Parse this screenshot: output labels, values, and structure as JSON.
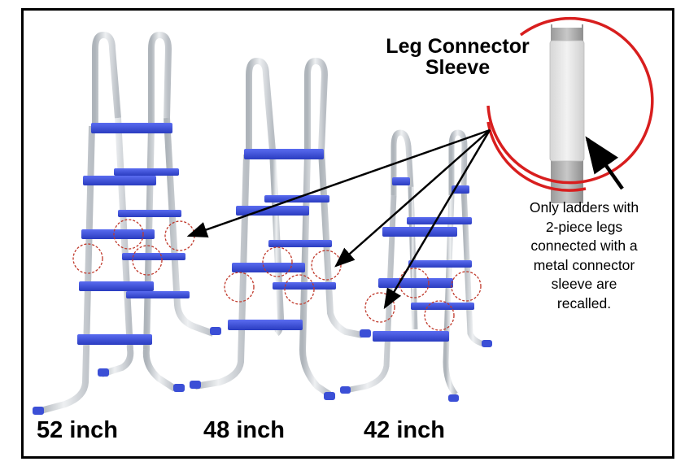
{
  "callout": {
    "title_line1": "Leg Connector",
    "title_line2": "Sleeve",
    "note_lines": [
      "Only ladders with",
      "2-piece legs",
      "connected with a",
      "metal connector",
      "sleeve are",
      "recalled."
    ]
  },
  "ladders": [
    {
      "size_label": "52 inch"
    },
    {
      "size_label": "48 inch"
    },
    {
      "size_label": "42 inch"
    }
  ],
  "colors": {
    "step_blue": "#3b4fd6",
    "rail_gray": "#d8dde2",
    "callout_red": "#d81e1e",
    "dashed_red": "#c0392b",
    "border": "#000000"
  }
}
